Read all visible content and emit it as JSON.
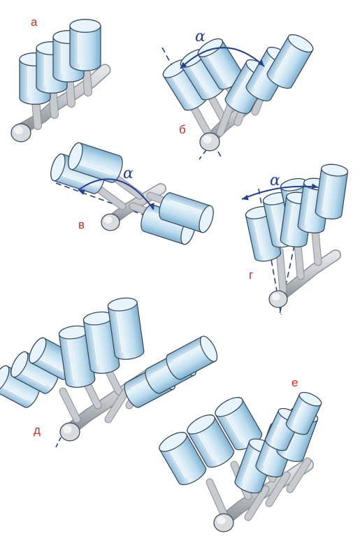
{
  "colors": {
    "cylinder_fill": "#bcdcee",
    "cylinder_light": "#e8f4fb",
    "cylinder_dark": "#7fb0cf",
    "outline": "#334455",
    "crank_fill": "#c7cbd0",
    "crank_dark": "#8a9097",
    "axis_line": "#27408b",
    "label_red": "#d22a1e",
    "arrow_blue": "#27408b"
  },
  "figures": [
    {
      "id": "a",
      "label": "а",
      "layout": "inline-4"
    },
    {
      "id": "b",
      "label": "б",
      "layout": "v-engine",
      "angle_label": "α"
    },
    {
      "id": "v",
      "label": "в",
      "layout": "boxer",
      "angle_label": "α"
    },
    {
      "id": "g",
      "label": "г",
      "layout": "narrow-v",
      "angle_label": "α"
    },
    {
      "id": "d",
      "label": "д",
      "layout": "w-engine"
    },
    {
      "id": "e",
      "label": "е",
      "layout": "w-compact"
    }
  ]
}
